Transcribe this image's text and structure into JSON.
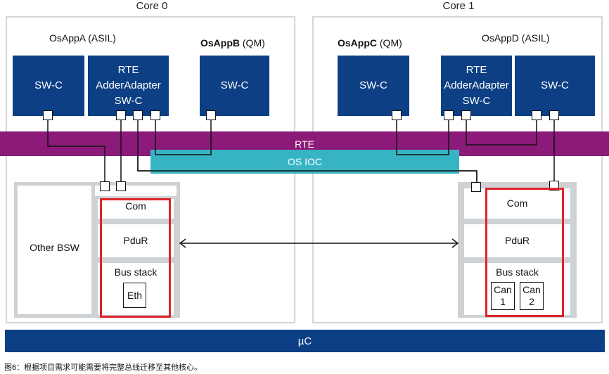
{
  "cores": [
    {
      "title": "Core 0"
    },
    {
      "title": "Core 1"
    }
  ],
  "apps": {
    "a": "OsAppA (ASIL)",
    "b_name": "OsAppB",
    "b_tag": " (QM)",
    "c_name": "OsAppC",
    "c_tag": " (QM)",
    "d": "OsAppD (ASIL)"
  },
  "swc": {
    "label": "SW-C",
    "adapter": [
      "RTE",
      "AdderAdapter",
      "SW-C"
    ]
  },
  "rte": "RTE",
  "os_ioc": "OS IOC",
  "bsw": {
    "other": "Other BSW",
    "com": "Com",
    "pdur": "PduR",
    "bus_stack": "Bus stack",
    "eth": "Eth",
    "can1": [
      "Can",
      "1"
    ],
    "can2": [
      "Can",
      "2"
    ]
  },
  "uc": "µC",
  "caption": "图6：根据项目需求可能需要将完整总线迁移至其他核心。",
  "colors": {
    "swc_blue": "#0d3f84",
    "rte_purple": "#8c1a78",
    "ioc_teal": "#37b4c3",
    "highlight_red": "#e0232a",
    "frame_gray": "#cfd2d4"
  }
}
